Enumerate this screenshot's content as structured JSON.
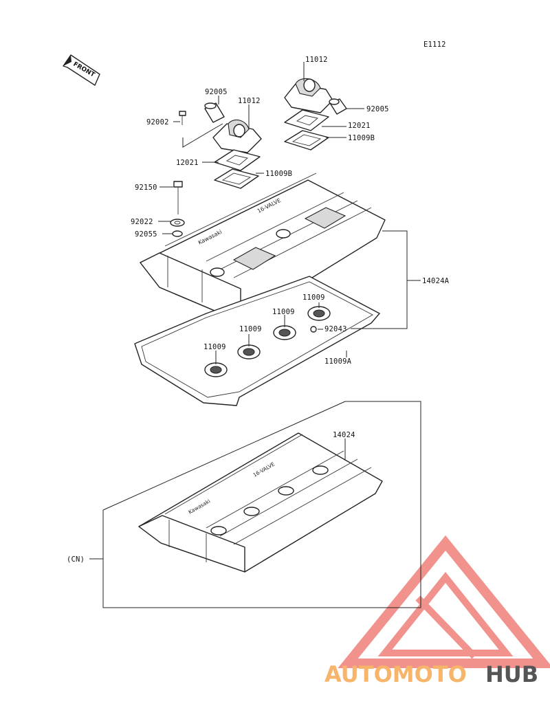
{
  "diagram_id": "E1112",
  "front_marker": "FRONT",
  "labels": {
    "p92005_a": "92005",
    "p11012_a": "11012",
    "p92002": "92002",
    "p12021_a": "12021",
    "p11009b_a": "11009B",
    "p11012_b": "11012",
    "p92005_b": "92005",
    "p12021_b": "12021",
    "p11009b_b": "11009B",
    "p92150": "92150",
    "p92022": "92022",
    "p92055": "92055",
    "p14024a": "14024A",
    "p11009_1": "11009",
    "p11009_2": "11009",
    "p11009_3": "11009",
    "p11009_4": "11009",
    "p92043": "92043",
    "p11009a": "11009A",
    "p14024": "14024",
    "cn": "(CN)"
  },
  "cover_text": {
    "brand": "Kawasaki",
    "engine": "16-VALVE"
  },
  "watermark": {
    "part1": "AUTOMOTO",
    "part2": "HUB",
    "color_primary": "#f07f78",
    "color_secondary": "#f6b56b",
    "color_dark": "#555555"
  }
}
